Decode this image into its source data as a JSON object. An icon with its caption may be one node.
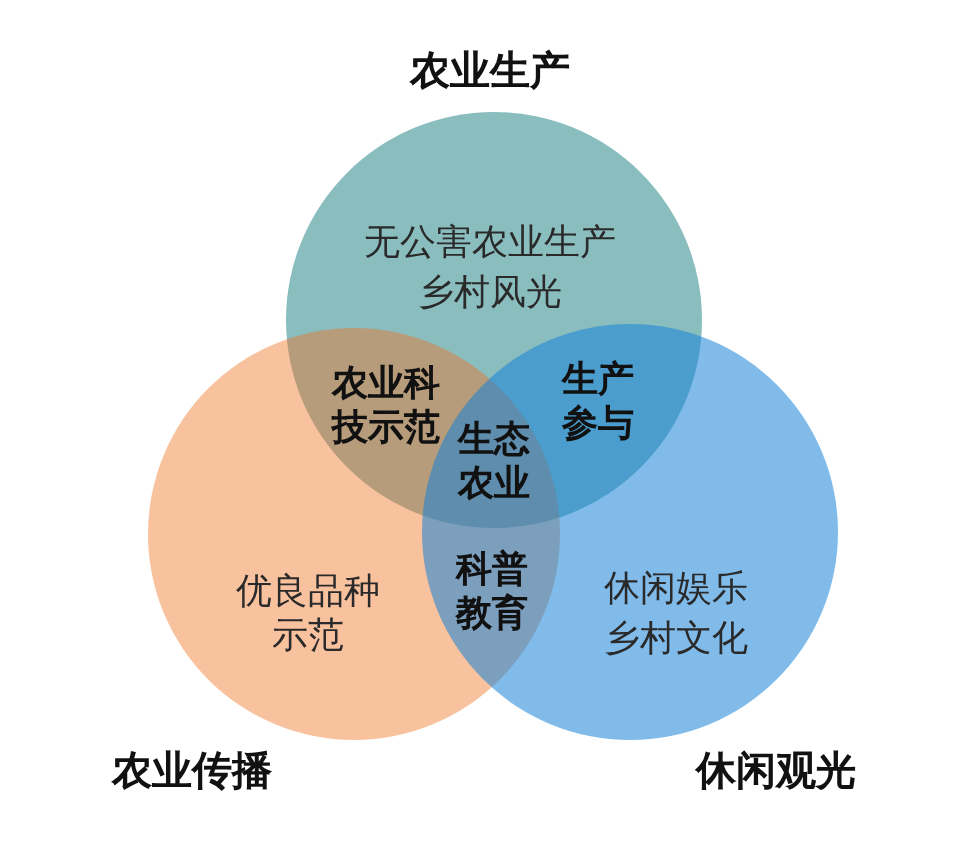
{
  "diagram": {
    "nodes": [
      {
        "text": [
          "农业生产",
          "无公害农业生产",
          "乡村风光"
        ]
      },
      {
        "text": [
          "优良品种示范",
          "农业传播"
        ]
      },
      {
        "text": [
          "休闲娱乐",
          "乡村文化",
          "休闲观光"
        ]
      }
    ],
    "labels": [
      "农业科技示范",
      "生产参与",
      "生态农业",
      "科普教育"
    ]
  }
}
